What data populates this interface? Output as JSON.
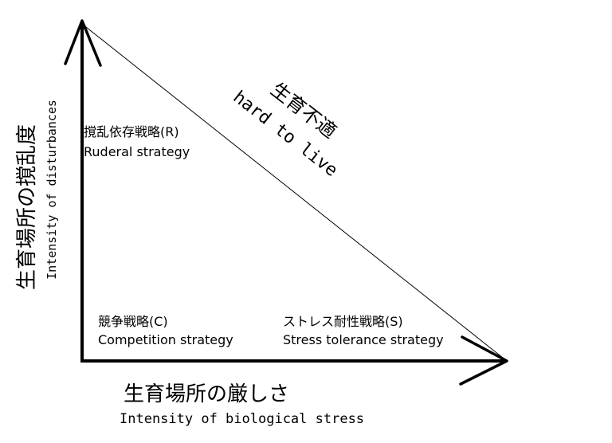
{
  "x_axis": {
    "title_ja": "生育場所の厳しさ",
    "title_en": "Intensity of biological stress"
  },
  "y_axis": {
    "title_ja": "生育場所の撹乱度",
    "title_en": "Intensity of disturbances"
  },
  "diagonal": {
    "label_ja": "生育不適",
    "label_en": "hard to live"
  },
  "strategies": {
    "ruderal": {
      "label_ja": "撹乱依存戦略(R)",
      "label_en": "Ruderal strategy"
    },
    "competition": {
      "label_ja": "競争戦略(C)",
      "label_en": "Competition strategy"
    },
    "stress": {
      "label_ja": "ストレス耐性戦略(S)",
      "label_en": "Stress tolerance strategy"
    }
  }
}
